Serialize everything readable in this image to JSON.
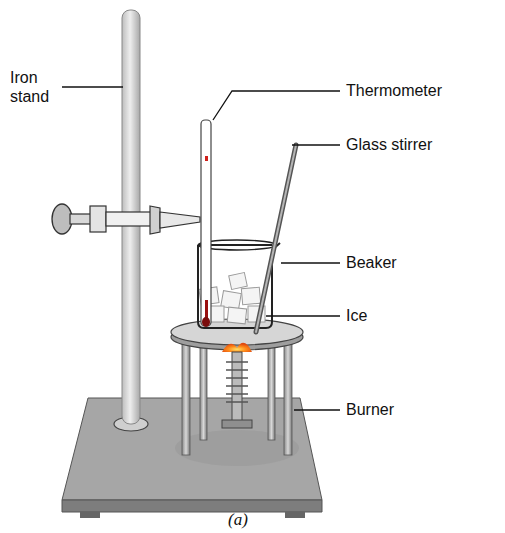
{
  "diagram": {
    "caption": "(a)",
    "labels": [
      "Iron stand",
      "Thermometer",
      "Glass stirrer",
      "Beaker",
      "Ice",
      "Burner"
    ]
  }
}
